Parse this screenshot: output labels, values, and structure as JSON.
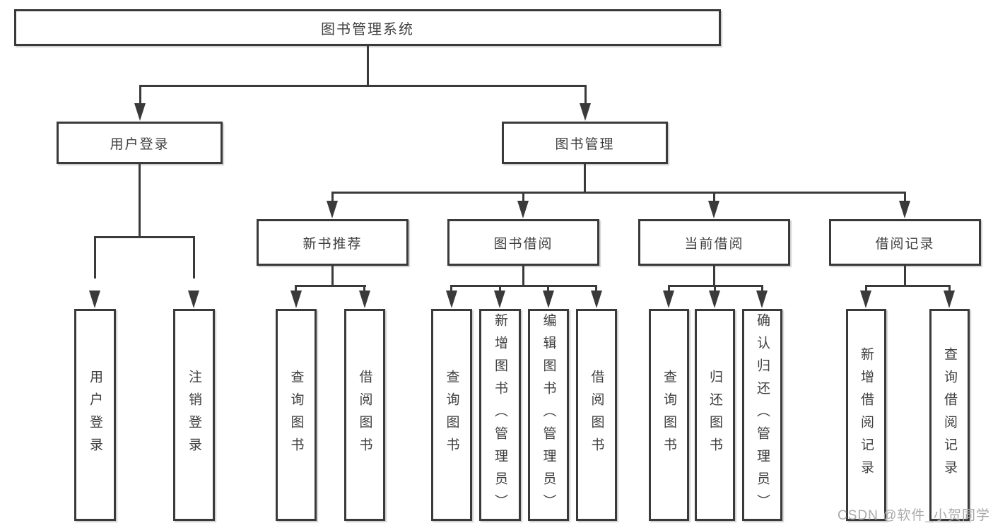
{
  "tree": {
    "root": "图书管理系统",
    "children": [
      {
        "label": "用户登录",
        "children": [
          "用户登录",
          "注销登录"
        ]
      },
      {
        "label": "图书管理",
        "children": [
          {
            "label": "新书推荐",
            "children": [
              "查询图书",
              "借阅图书"
            ]
          },
          {
            "label": "图书借阅",
            "children": [
              "查询图书",
              "新增图书（管理员）",
              "编辑图书（管理员）",
              "借阅图书"
            ]
          },
          {
            "label": "当前借阅",
            "children": [
              "查询图书",
              "归还图书",
              "确认归还（管理员）"
            ]
          },
          {
            "label": "借阅记录",
            "children": [
              "新增借阅记录",
              "查询借阅记录"
            ]
          }
        ]
      }
    ]
  },
  "watermark": {
    "text": "CSDN @软件_小贺同学"
  },
  "colors": {
    "line": "#3a3a3a",
    "text": "#3f3f3f",
    "watermark": "#a9a9a9",
    "background": "#ffffff"
  }
}
